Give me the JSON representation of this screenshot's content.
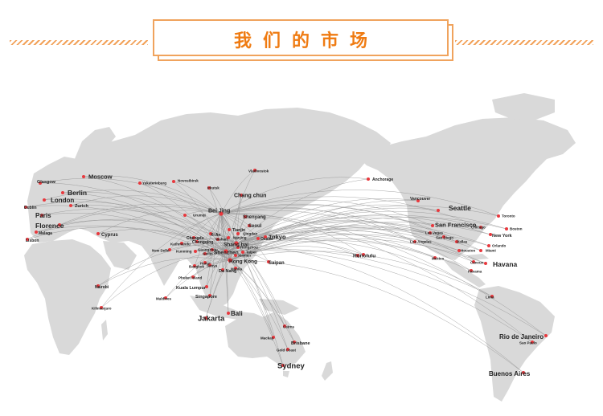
{
  "header": {
    "title": "我们的市场",
    "accent_color": "#ef7b12",
    "border_color": "#f0a35d"
  },
  "map": {
    "land_color": "#d9d9d9",
    "route_color": "#8c8c8c",
    "marker_color": "#e8383d",
    "hubs": [
      "Bei Jing",
      "Shang hai",
      "Shenzhen",
      "Hong Kong"
    ],
    "cities_large": [
      "Moscow",
      "Berlin",
      "London",
      "Paris",
      "Florence",
      "Chang chun",
      "Bei Jing",
      "Shenyang",
      "Seoul",
      "Tokyo",
      "Shang hai",
      "Shenzhen",
      "Hong Kong",
      "Seattle",
      "San Francisco",
      "Havana",
      "Honolulu",
      "Jakarta",
      "Bali",
      "Sydney",
      "Rio de Janeiro",
      "Buenos Aires",
      "Saipan",
      "Brisbane",
      "Cyprus",
      "New York",
      "Anchorage",
      "Vancouver"
    ],
    "cities_small": [
      "Glasgow",
      "Dublin",
      "Zurich",
      "Malaga",
      "Lisbon",
      "Nairobi",
      "Kilimanjaro",
      "Yekaterinburg",
      "Novosibirsk",
      "Irkutsk",
      "Urumqi",
      "Xi An",
      "Chengdu",
      "Chongqing",
      "Tianjin",
      "Qingdao",
      "Nanjing",
      "Hangzhou",
      "Wuhan",
      "Guangzhou",
      "Xiamen",
      "Kunming",
      "Guilin",
      "Sanya",
      "New Delhi",
      "Kathmandu",
      "Bangkok",
      "Hanoi",
      "Da Nang",
      "Phuket Island",
      "Kuala Lumpur",
      "Maldives",
      "Singapore",
      "Manila",
      "Osaka",
      "Taipei",
      "Vladivostok",
      "Cairns",
      "Mackay",
      "Gold Coast",
      "Toronto",
      "Boston",
      "Chicago",
      "Las Vegas",
      "Los Angeles",
      "San Diego",
      "Dallas",
      "Houston",
      "Miami",
      "Orlando",
      "Cancun",
      "Mexico",
      "Panama",
      "Lima",
      "Sao Paulo",
      "Hawaii"
    ]
  }
}
